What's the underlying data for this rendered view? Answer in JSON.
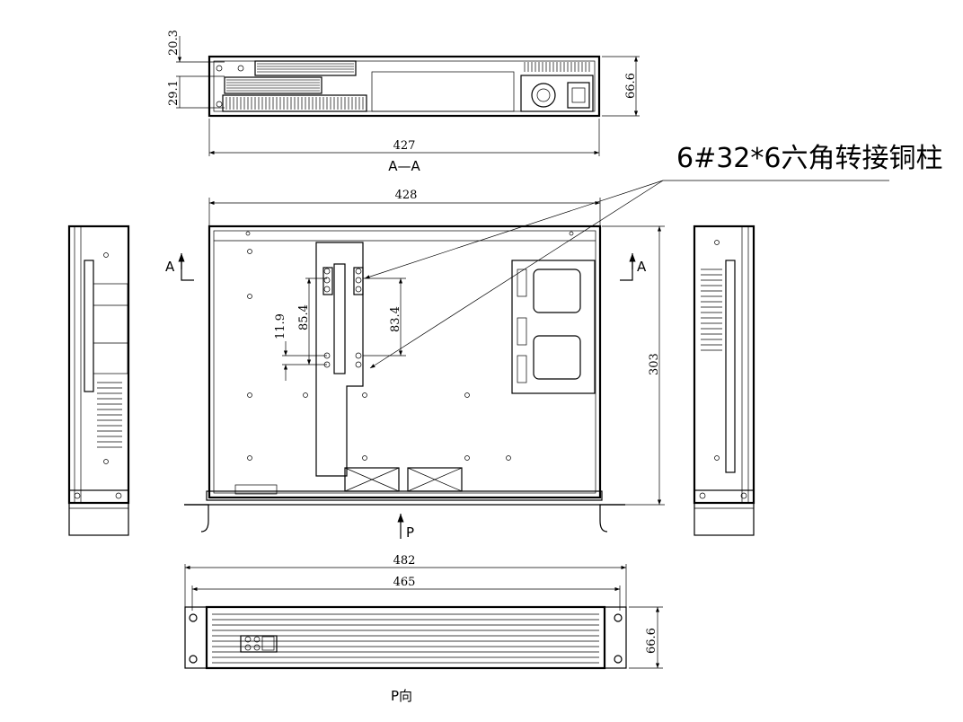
{
  "dimensions": {
    "top_height_upper": "20.3",
    "top_height_lower": "29.1",
    "top_total_height": "66.6",
    "section_width": "427",
    "top_width": "428",
    "depth": "303",
    "hole_offset": "11.9",
    "hole_span_left": "85.4",
    "hole_span_right": "83.4",
    "front_total_width": "482",
    "front_inner_width": "465",
    "front_height": "66.6"
  },
  "labels": {
    "section_aa": "A—A",
    "section_mark_left": "A",
    "section_mark_right": "A",
    "view_arrow": "P",
    "front_view": "P向",
    "callout": "6#32*6六角转接铜柱"
  }
}
